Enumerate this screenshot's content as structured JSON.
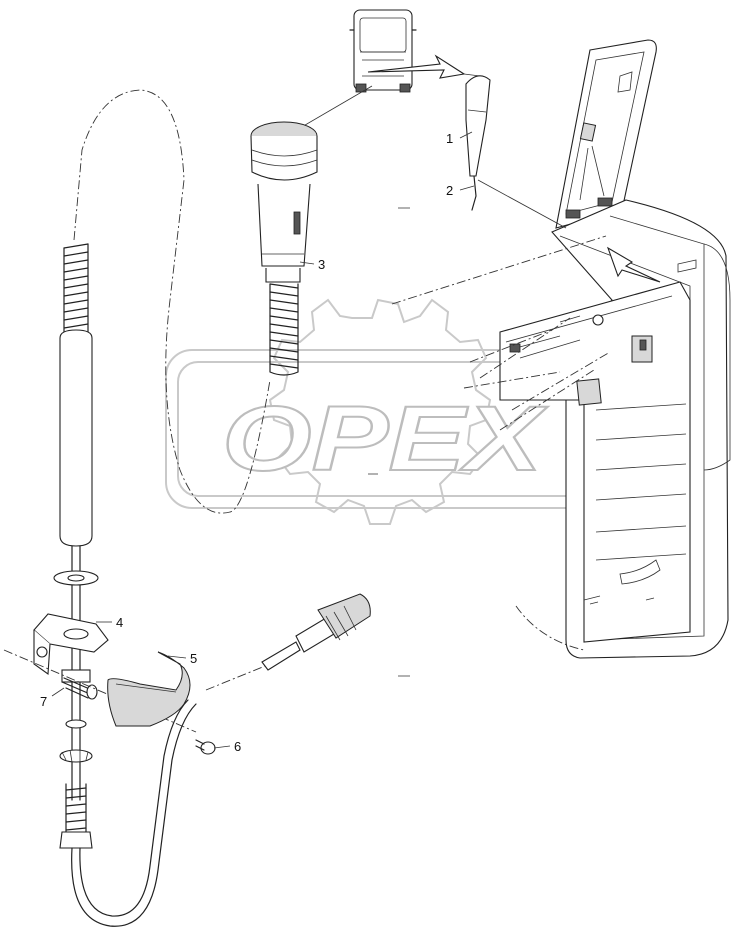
{
  "watermark": {
    "text": "OPEX"
  },
  "callouts": [
    {
      "id": "1",
      "label": "1"
    },
    {
      "id": "2",
      "label": "2"
    },
    {
      "id": "3",
      "label": "3"
    },
    {
      "id": "4",
      "label": "4"
    },
    {
      "id": "5",
      "label": "5"
    },
    {
      "id": "6",
      "label": "6"
    },
    {
      "id": "7",
      "label": "7"
    }
  ],
  "colors": {
    "line": "#222222",
    "watermark": "#c9c9c9",
    "background": "#ffffff"
  }
}
